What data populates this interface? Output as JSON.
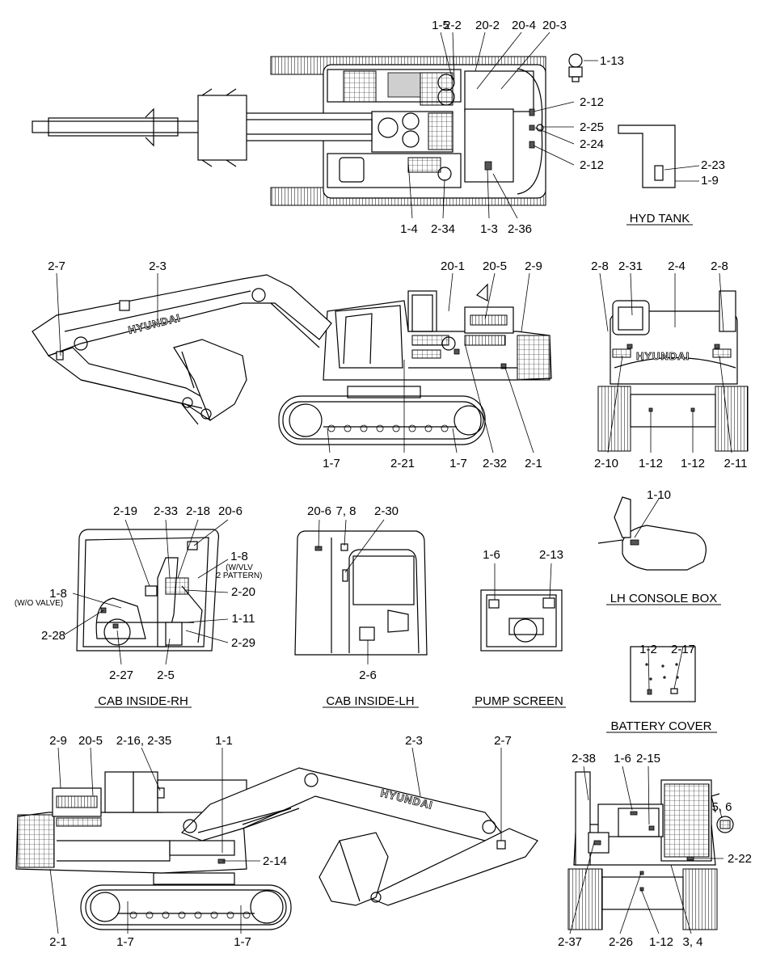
{
  "brand": "HYUNDAI",
  "view_titles": {
    "hyd_tank": "HYD TANK",
    "lh_console_box": "LH CONSOLE BOX",
    "cab_inside_rh": "CAB INSIDE-RH",
    "cab_inside_lh": "CAB INSIDE-LH",
    "pump_screen": "PUMP SCREEN",
    "battery_cover": "BATTERY COVER"
  },
  "callouts": {
    "top": [
      "1-5",
      "2-2",
      "20-2",
      "20-4",
      "20-3",
      "1-13",
      "2-12",
      "2-25",
      "2-24",
      "2-12",
      "2-23",
      "1-9",
      "1-4",
      "2-34",
      "1-3",
      "2-36"
    ],
    "side_right": [
      "2-7",
      "2-3",
      "20-1",
      "20-5",
      "2-9",
      "1-7",
      "2-21",
      "1-7",
      "2-32",
      "2-1"
    ],
    "rear": [
      "2-8",
      "2-31",
      "2-4",
      "2-8",
      "2-10",
      "1-12",
      "1-12",
      "2-11"
    ],
    "cab_rh": [
      "2-19",
      "2-33",
      "2-18",
      "20-6",
      "1-8",
      "(W/VLV",
      "2 PATTERN)",
      "1-8",
      "(W/O VALVE)",
      "2-20",
      "1-11",
      "2-28",
      "2-29",
      "2-27",
      "2-5"
    ],
    "cab_lh": [
      "20-6",
      "7, 8",
      "2-30",
      "2-6"
    ],
    "pump": [
      "1-6",
      "2-13"
    ],
    "console": [
      "1-10"
    ],
    "battery": [
      "1-2",
      "2-17"
    ],
    "side_left": [
      "2-9",
      "20-5",
      "2-16, 2-35",
      "1-1",
      "2-3",
      "2-7",
      "2-14",
      "2-1",
      "1-7",
      "1-7"
    ],
    "front": [
      "2-38",
      "1-6",
      "2-15",
      "5, 6",
      "2-22",
      "2-37",
      "2-26",
      "1-12",
      "3, 4"
    ]
  }
}
